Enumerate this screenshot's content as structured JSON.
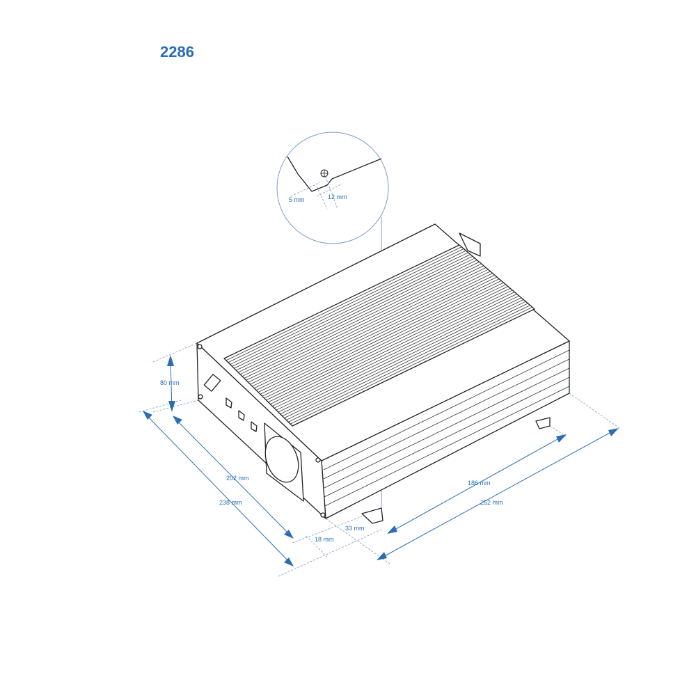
{
  "model_number": "2286",
  "dimensions": {
    "height": "80 mm",
    "inner_depth": "202 mm",
    "outer_depth": "238 mm",
    "flange_front": "18 mm",
    "flange_side": "33 mm",
    "inner_length": "186 mm",
    "outer_length": "252 mm"
  },
  "detail": {
    "hole_offset": "5 mm",
    "hole_spacing": "12 mm"
  },
  "colors": {
    "accent": "#2a6db5"
  }
}
